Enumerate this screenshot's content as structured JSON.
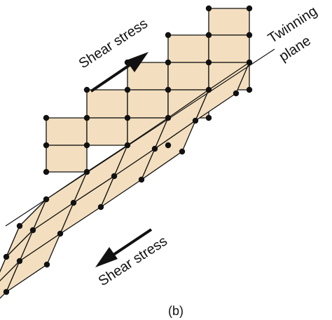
{
  "labels": {
    "shear_stress_top": "Shear stress",
    "shear_stress_bottom": "Shear stress",
    "twinning_line1": "Twinning",
    "twinning_line2": "plane",
    "caption": "(b)"
  },
  "colors": {
    "cell_fill": "#f3dfbf",
    "outline": "#111111",
    "atom": "#111111",
    "background": "#ffffff"
  },
  "structure": {
    "upper_grid_cells": 16,
    "twinned_region_cells": 21
  }
}
